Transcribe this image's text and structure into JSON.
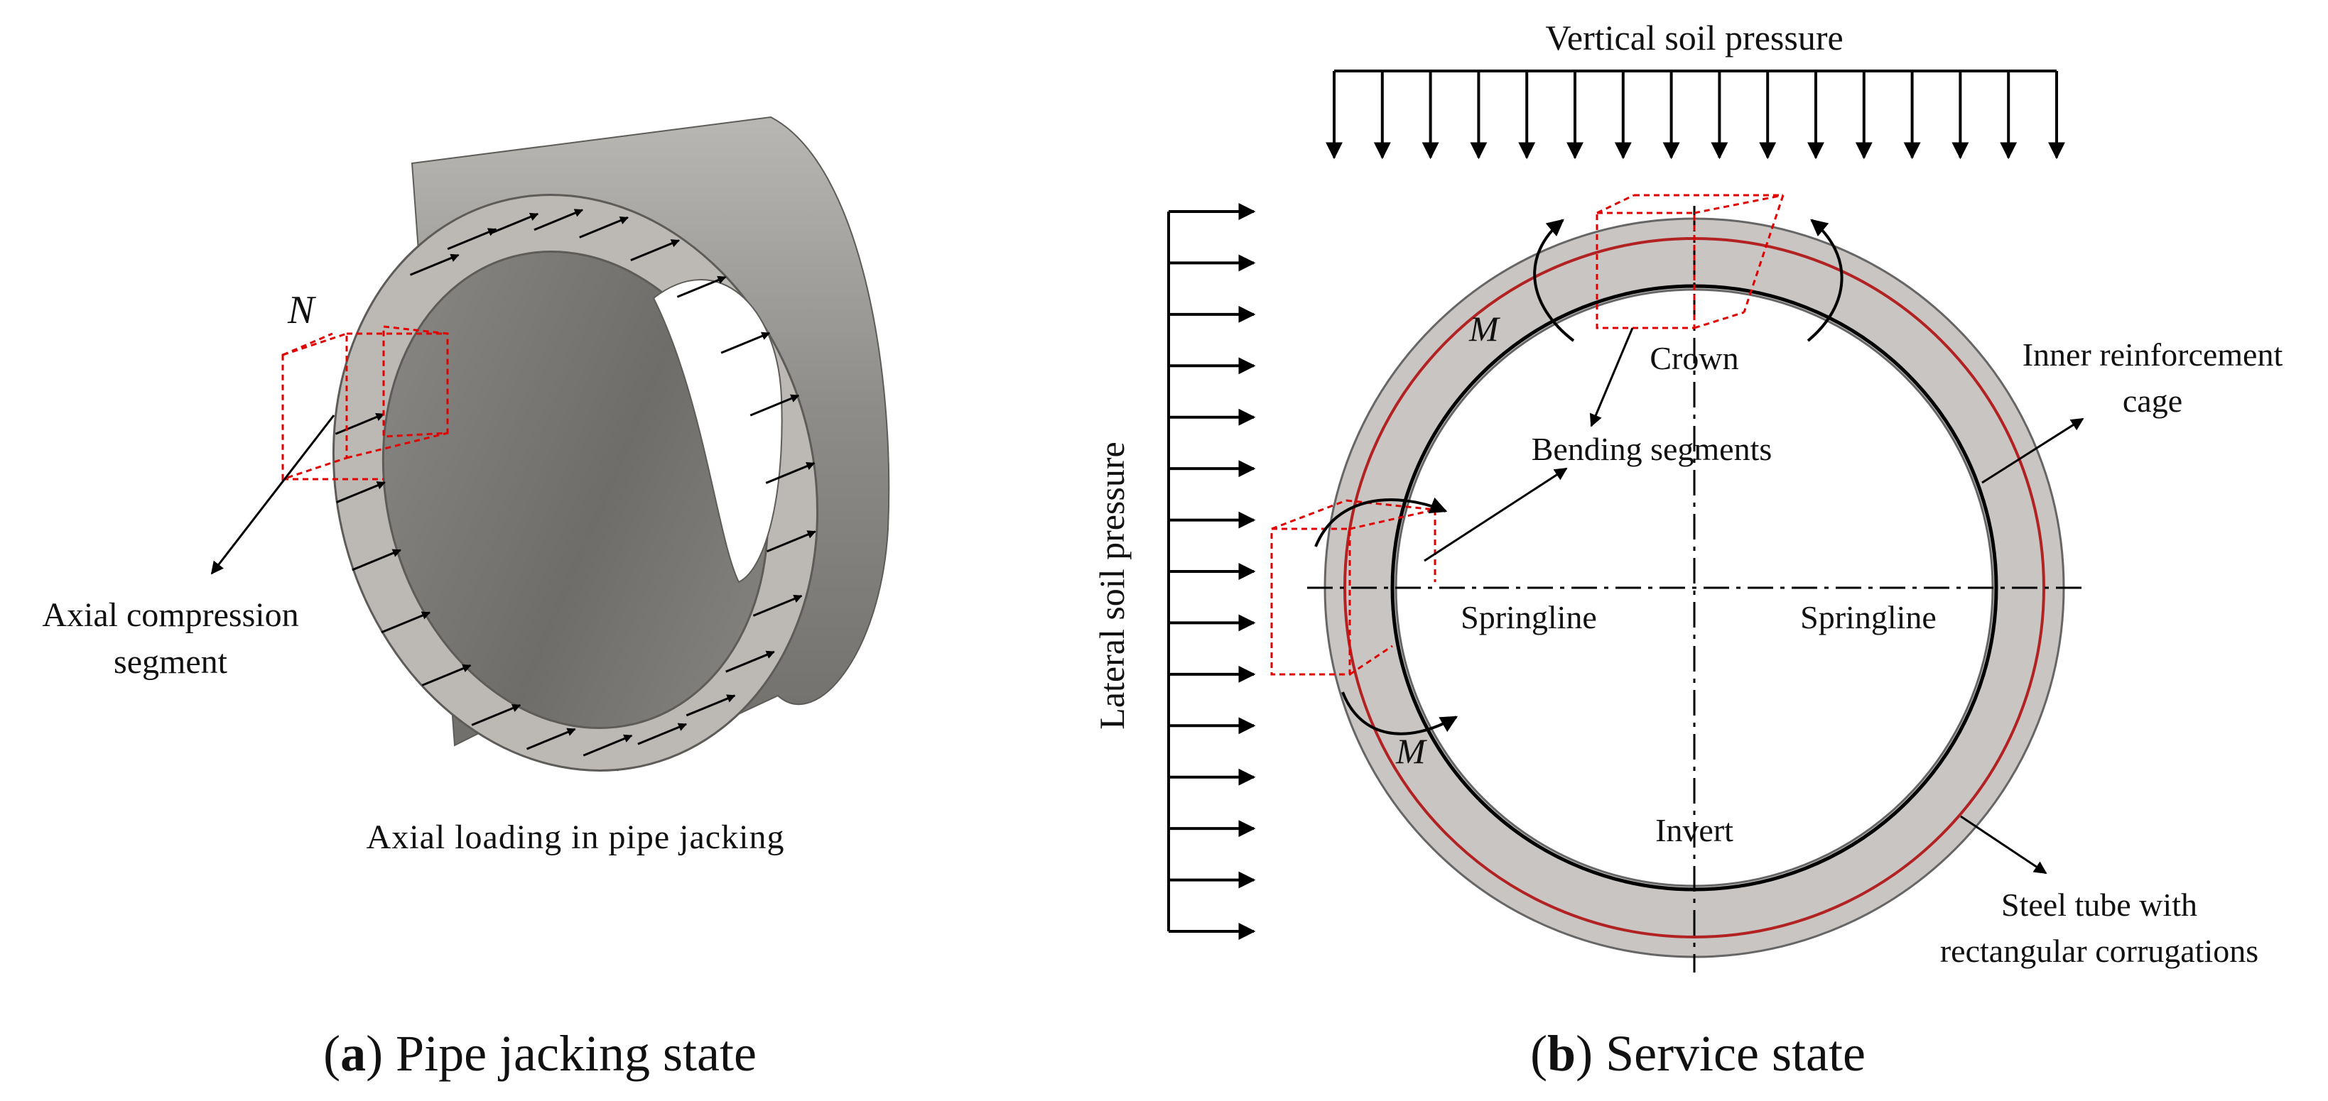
{
  "panel_a": {
    "symbol_n": "N",
    "segment_label_line1": "Axial compression",
    "segment_label_line2": "segment",
    "caption": "Axial loading in pipe jacking",
    "subfig_letter": "a",
    "subfig_title": "Pipe jacking state"
  },
  "panel_b": {
    "vertical_pressure": "Vertical soil pressure",
    "lateral_pressure": "Lateral soil pressure",
    "moment_symbol": "M",
    "crown": "Crown",
    "invert": "Invert",
    "springline": "Springline",
    "bending_segments": "Bending segments",
    "inner_cage_line1": "Inner reinforcement",
    "inner_cage_line2": "cage",
    "steel_tube_line1": "Steel tube with",
    "steel_tube_line2": "rectangular corrugations",
    "subfig_letter": "b",
    "subfig_title": "Service state"
  },
  "colors": {
    "pipe_gray": "#bfbcb8",
    "ring_fill": "#c8c5c3",
    "outer_tube_red": "#b22222",
    "dashed_segment_red": "#e00000"
  }
}
